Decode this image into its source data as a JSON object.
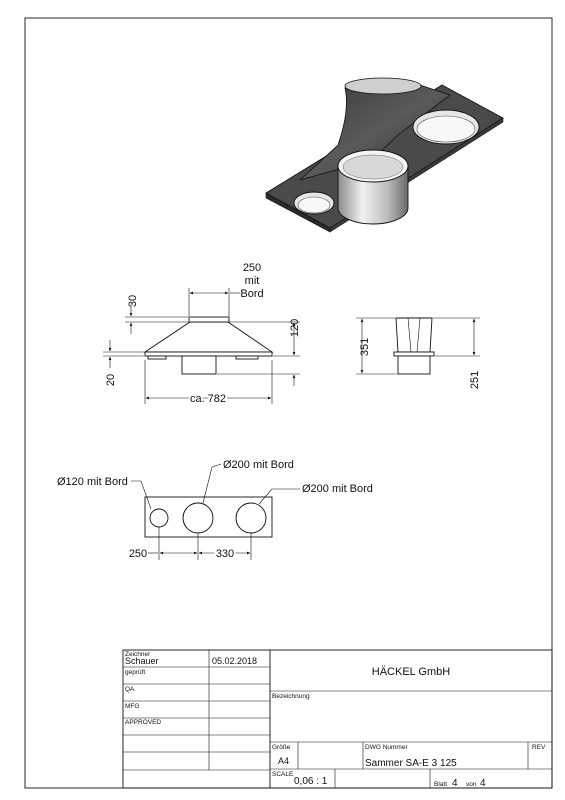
{
  "views": {
    "front": {
      "dim_top_width": "250",
      "dim_top_mit": "mit",
      "dim_top_bord": "Bord",
      "dim_left_top": "30",
      "dim_left_bottom": "20",
      "dim_right": "120",
      "dim_width": "ca. 782"
    },
    "side": {
      "dim_left": "351",
      "dim_right": "251"
    },
    "top": {
      "label_small": "Ø120 mit Bord",
      "label_mid": "Ø200 mit Bord",
      "label_right": "Ø200 mit Bord",
      "dim_a": "250",
      "dim_b": "330"
    }
  },
  "title_block": {
    "zeichner_label": "Zeichner",
    "zeichner_value": "Schauer",
    "date": "05.02.2018",
    "geprueft_label": "geprüft",
    "qa_label": "QA",
    "mfg_label": "MFG",
    "approved_label": "APPROVED",
    "company": "HÄCKEL GmbH",
    "bezeichnung_label": "Bezeichnung",
    "groesse_label": "Größe",
    "groesse_value": "A4",
    "dwg_label": "DWG Nummer",
    "dwg_value": "Sammer SA-E 3 125",
    "rev_label": "REV",
    "scale_label": "SCALE",
    "scale_value": "0,06 : 1",
    "blatt_label": "Blatt",
    "blatt_value": "4",
    "von_label": "von",
    "von_value": "4"
  }
}
